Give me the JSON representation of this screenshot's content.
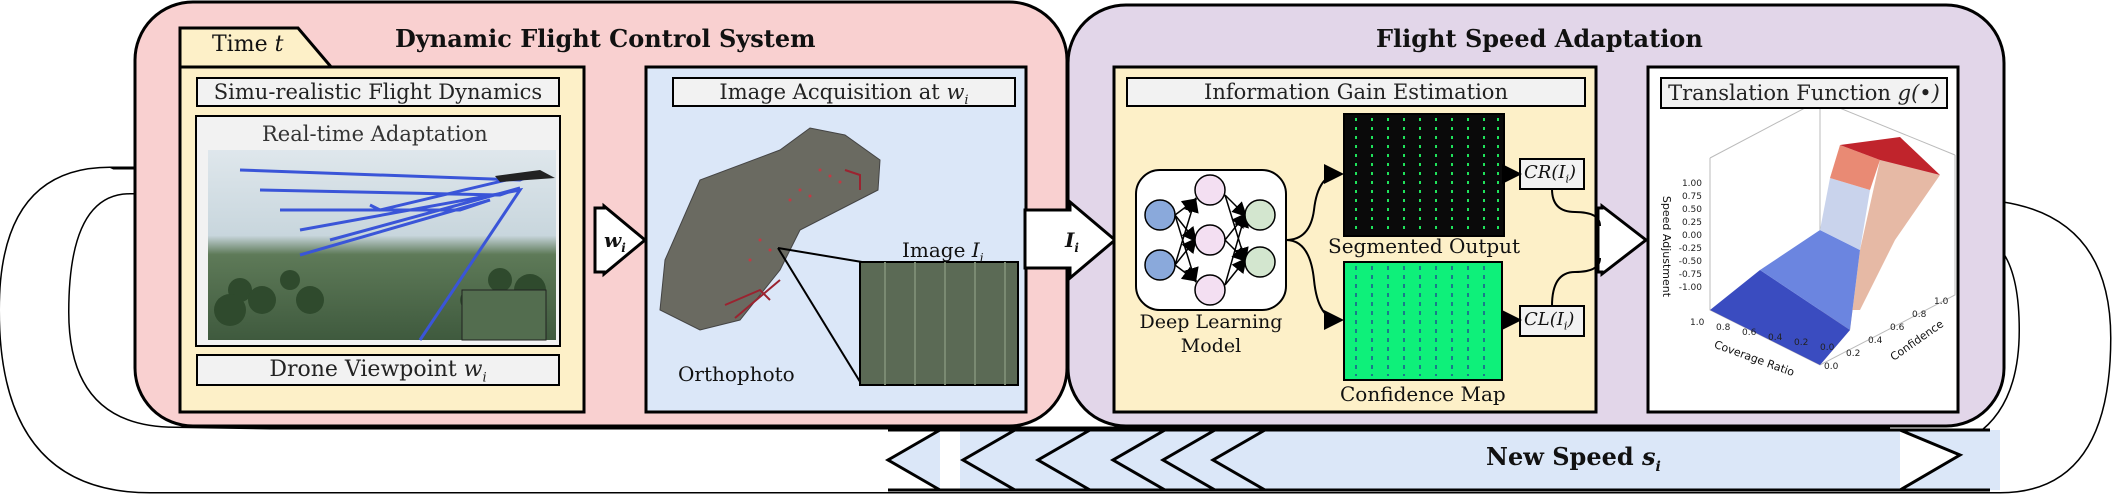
{
  "left_section": {
    "title": "Dynamic Flight Control System",
    "time_tab": "Time",
    "time_var": "t",
    "sim_title": "Simu-realistic Flight Dynamics",
    "realtime_label": "Real-time Adaptation",
    "drone_viewpoint": "Drone Viewpoint",
    "drone_viewpoint_var": "w",
    "drone_viewpoint_sub": "i",
    "image_acq_title": "Image Acquisition at",
    "image_acq_var": "w",
    "image_acq_sub": "i",
    "orthophoto_label": "Orthophoto",
    "image_label": "Image",
    "image_var": "I",
    "image_sub": "i",
    "arrow_w": "w",
    "arrow_w_sub": "i"
  },
  "middle_arrow": {
    "var": "I",
    "sub": "i"
  },
  "right_section": {
    "title": "Flight Speed Adaptation",
    "info_gain_title": "Information Gain Estimation",
    "dl_model_line1": "Deep Learning",
    "dl_model_line2": "Model",
    "segmented_output": "Segmented Output",
    "confidence_map": "Confidence Map",
    "cr_label": "CR(I",
    "cr_sub": "i",
    "cl_label": "CL(I",
    "cl_sub": "i",
    "translation_title": "Translation Function",
    "translation_fn": "g(•)"
  },
  "surface_plot": {
    "z_label": "Speed Adjustment",
    "x_label": "Coverage Ratio",
    "y_label": "Confidence",
    "z_ticks": [
      "1.00",
      "0.75",
      "0.50",
      "0.25",
      "0.00",
      "-0.25",
      "-0.50",
      "-0.75",
      "-1.00"
    ],
    "x_ticks": [
      "1.0",
      "0.8",
      "0.6",
      "0.4",
      "0.2",
      "0.0"
    ],
    "y_ticks": [
      "0.0",
      "0.2",
      "0.4",
      "0.6",
      "0.8",
      "1.0"
    ]
  },
  "bottom": {
    "new_speed": "New Speed",
    "speed_var": "s",
    "speed_sub": "i"
  },
  "colors": {
    "left_bg": "#f9d0d0",
    "right_bg": "#e2d6e9",
    "inner_yellow": "#fdf0c8",
    "inner_blue": "#dbe7f8",
    "nn_blue": "#8aa9db",
    "nn_pink": "#f3dff2",
    "nn_green": "#d3e6cf",
    "confidence_green": "#0ef07a",
    "surface_red": "#c0242c",
    "surface_blue": "#3a4cc0"
  }
}
